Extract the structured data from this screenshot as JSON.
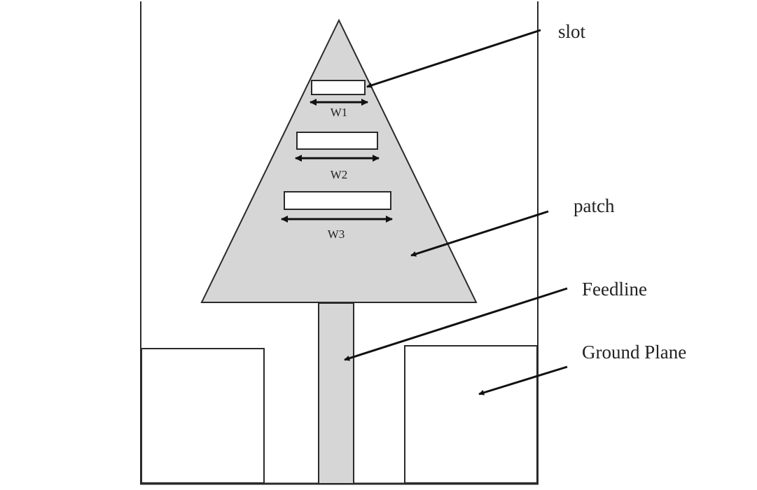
{
  "labels": {
    "slot": "slot",
    "patch": "patch",
    "feedline": "Feedline",
    "ground_plane": "Ground Plane",
    "w1": "W1",
    "w2": "W2",
    "w3": "W3"
  },
  "colors": {
    "patch_fill": "#d6d6d6",
    "feedline_fill": "#d6d6d6",
    "outline": "#2a2a2a",
    "background": "#ffffff"
  }
}
